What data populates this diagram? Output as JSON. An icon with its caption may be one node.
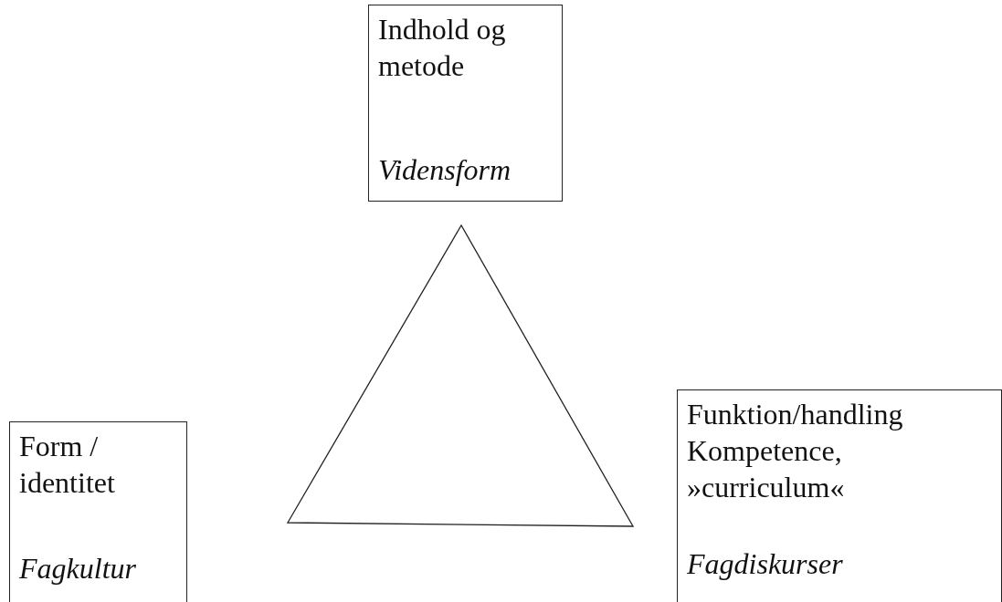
{
  "diagram": {
    "nodes": [
      {
        "text": [
          "Indhold og metode",
          "Vidensform"
        ]
      },
      {
        "text": [
          "Form / identitet",
          "Fagkultur"
        ]
      },
      {
        "text": [
          "Funktion/handling Kompetence, »curriculum«",
          "Fagdiskurser"
        ]
      }
    ]
  }
}
